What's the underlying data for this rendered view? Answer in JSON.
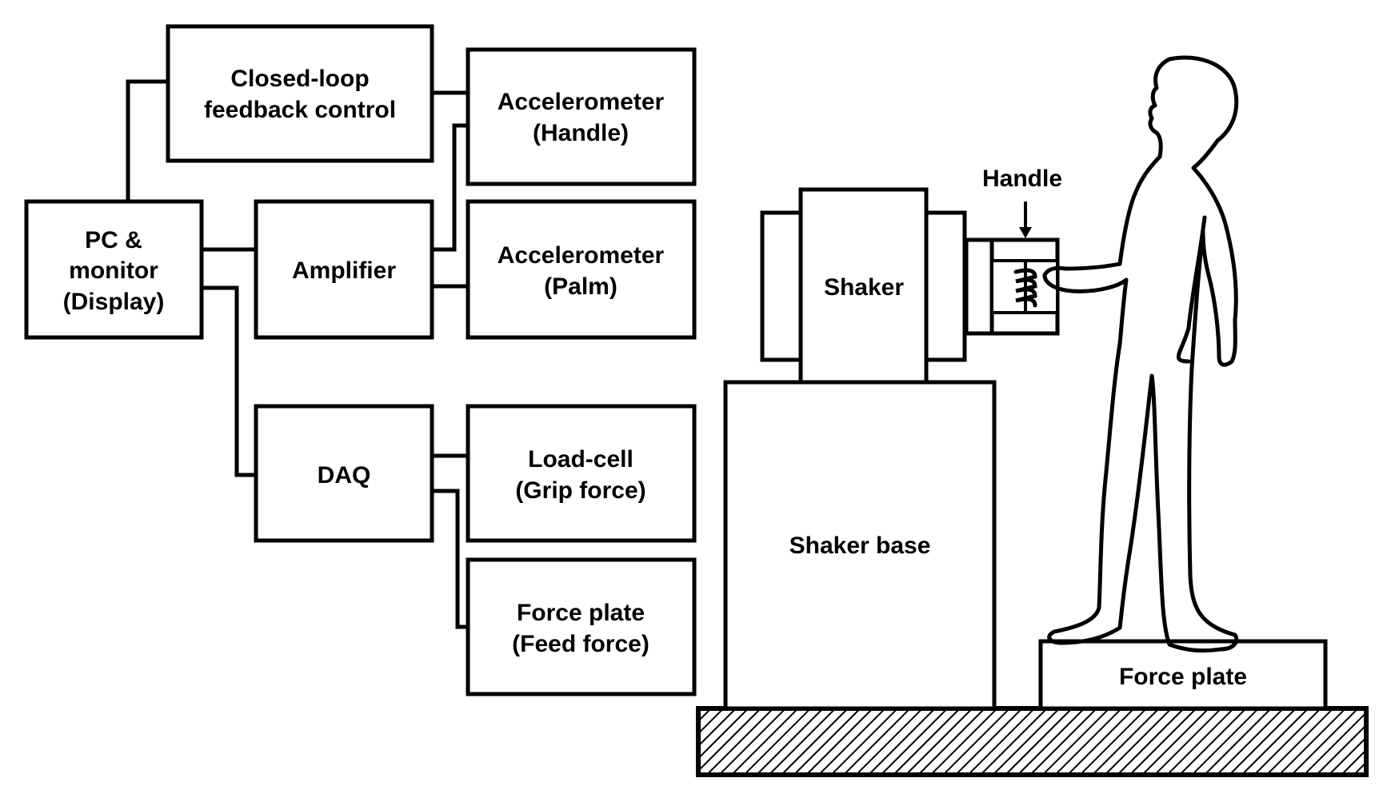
{
  "diagram": {
    "blocks": {
      "closed_loop": {
        "line1": "Closed-loop",
        "line2": "feedback control"
      },
      "accel_handle": {
        "line1": "Accelerometer",
        "line2": "(Handle)"
      },
      "pc": {
        "line1": "PC &",
        "line2": "monitor",
        "line3": "(Display)"
      },
      "amplifier": {
        "label": "Amplifier"
      },
      "accel_palm": {
        "line1": "Accelerometer",
        "line2": "(Palm)"
      },
      "daq": {
        "label": "DAQ"
      },
      "load_cell": {
        "line1": "Load-cell",
        "line2": "(Grip force)"
      },
      "force_plate_block": {
        "line1": "Force plate",
        "line2": "(Feed force)"
      }
    },
    "setup": {
      "shaker": "Shaker",
      "handle": "Handle",
      "shaker_base": "Shaker base",
      "force_plate": "Force plate"
    }
  }
}
